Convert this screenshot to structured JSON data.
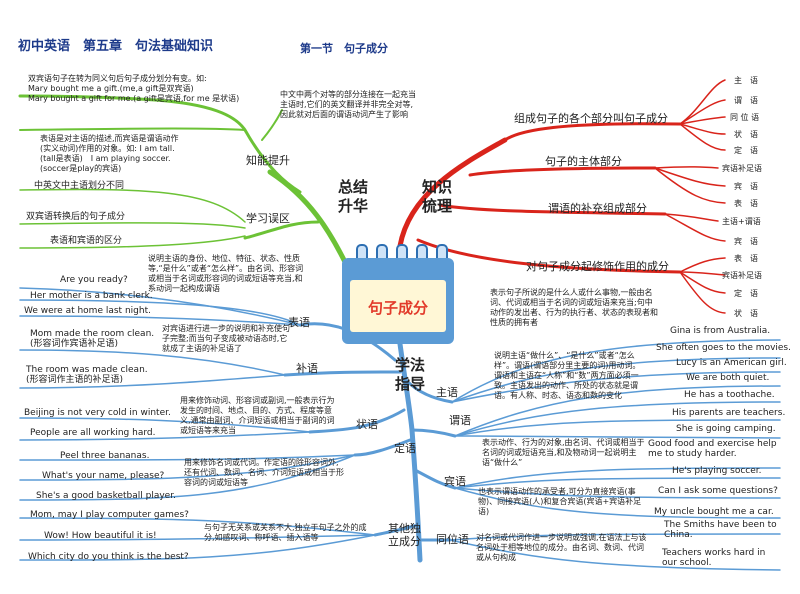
{
  "header": {
    "title": "初中英语　第五章　句法基础知识",
    "subtitle": "第一节　句子成分"
  },
  "center": {
    "label": "句子成分"
  },
  "colors": {
    "red_branch": "#d9241b",
    "green_branch": "#6cc236",
    "blue_branch": "#5b9bd5"
  },
  "quadrants": {
    "zongjie": [
      "总结",
      "升华"
    ],
    "zhishi": [
      "知识",
      "梳理"
    ],
    "xuefa": [
      "学法",
      "指导"
    ]
  },
  "zongjie": {
    "zhineng": {
      "label": "知能提升",
      "note1": [
        "双宾语句子在转为同义句后句子成分划分有变。如:",
        "Mary bought me a gift.(me,a gift是双宾语)",
        "Mary bought a gift for me.(a gift是宾语,for me 是状语)"
      ],
      "note2": [
        "表语是对主语的描述,而宾语是谓语动作",
        "(实义动词)作用的对象。如: I am tall.",
        "(tall是表语)　I am playing soccer.",
        "(soccer是play的宾语)"
      ]
    },
    "wuqu": {
      "label": "学习误区",
      "items": [
        "中英文中主语划分不同",
        "双宾语转换后的句子成分",
        "表语和宾语的区分"
      ]
    }
  },
  "zhishi": {
    "top_note": [
      "中文中两个对等的部分连接在一起充当",
      "主语时,它们的英文翻译并非完全对等,",
      "因此就对后面的谓语动词产生了影响"
    ],
    "branches": [
      "组成句子的各个部分叫句子成分",
      "句子的主体部分",
      "谓语的补充组成部分",
      "对句子成分起修饰作用的成分"
    ],
    "leaves": [
      "主　语",
      "谓　语",
      "同 位 语",
      "状　语",
      "定　语",
      "宾语补足语",
      "宾　语",
      "表　语",
      "主语+谓语",
      "宾　语",
      "表　语",
      "宾语补足语",
      "定　语",
      "状　语"
    ]
  },
  "xuefa": {
    "left": {
      "biaoyu": {
        "label": "表语",
        "desc": "说明主语的身份、地位、特征、状态、性质等,“是什么”或者“怎么样”。由名词、形容词或相当于名词或形容词的词或短语等充当,和系动词一起构成谓语",
        "examples": [
          "Are you ready?",
          "Her mother is a bank clerk.",
          "We were at home last night."
        ]
      },
      "buyu": {
        "label": "补语",
        "desc": "对宾语进行进一步的说明和补充使句子完整;而当句子变成被动语态时,它就成了主语的补足语了",
        "examples": [
          "Mom made the room clean.",
          "(形容词作宾语补足语)",
          "The room was made clean.",
          "(形容词作主语的补足语)"
        ]
      },
      "zhuangyu": {
        "label": "状语",
        "desc": "用来修饰动词、形容词或副词,一般表示行为发生的时间、地点、目的、方式、程度等意义,通常由副词、介词短语或相当于副词的词或短语等来充当",
        "examples": [
          "Beijing is not very cold in winter.",
          "People are all working hard."
        ]
      },
      "dingyu": {
        "label": "定语",
        "desc": "用来修饰名词或代词。作定语的除形容词外,还有代词、数词、名词、介词短语或相当于形容词的词或短语等",
        "examples": [
          "Peel three bananas.",
          "What's your name, please?",
          "She's a good basketball player."
        ]
      },
      "duli": {
        "label": "其他独立成分",
        "desc": "与句子无关系或关系不大,独立于句子之外的成分,如感叹词、称呼语、插入语等",
        "examples": [
          "Mom, may I play computer games?",
          "Wow! How beautiful it is!",
          "Which city do you think is the best?"
        ]
      }
    },
    "right": {
      "zhuyu": {
        "label": "主语",
        "desc": "表示句子所说的是什么人或什么事物,一般由名词、代词或相当于名词的词或短语来充当;句中动作的发出者、行为的执行者、状态的表现者和性质的拥有者",
        "examples": [
          "Gina is from Australia.",
          "She often goes to the movies.",
          "Lucy is an American girl."
        ]
      },
      "weiyu": {
        "label": "谓语",
        "desc": "说明主语“做什么”、“是什么”或者“怎么样”。谓语(谓语部分里主要的词)用动词。谓语和主语在“人称”和“数”两方面必须一致。主语发出的动作、所处的状态就是谓语。有人称、时态、语态和数的变化",
        "examples": [
          "We are both quiet.",
          "He has a toothache.",
          "His parents are teachers.",
          "She is going camping."
        ]
      },
      "binyu": {
        "label": "宾语",
        "desc1": "表示动作、行为的对象,由名词、代词或相当于名词的词或短语充当,和及物动词一起说明主语“做什么”",
        "desc2": "也表示谓语动作的承受者,可分为直接宾语(事物)、间接宾语(人)和复合宾语(宾语+宾语补足语)",
        "examples": [
          "Good food and exercise help me to study harder.",
          "He's playing soccer.",
          "Can I ask some questions?",
          "My uncle bought me a car."
        ]
      },
      "tongwei": {
        "label": "同位语",
        "desc": "对名词或代词作进一步说明或强调,在语法上与该名词处于相等地位的成分。由名词、数词、代词或从句构成",
        "examples": [
          "The Smiths have been to China.",
          "Teachers works hard in our school."
        ]
      }
    }
  }
}
